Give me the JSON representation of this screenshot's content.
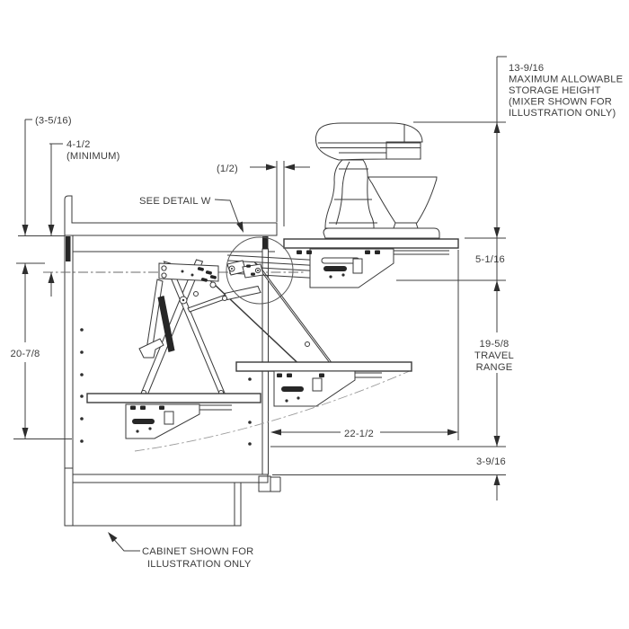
{
  "drawing": {
    "title_semantic": "Mixer lift shelf mechanism dimension drawing",
    "line_color": "#3a3a3a",
    "text_color": "#3d3d3d",
    "labels": {
      "storage_height": {
        "line1": "13-9/16",
        "line2": "MAXIMUM ALLOWABLE",
        "line3": "STORAGE HEIGHT",
        "line4": "(MIXER SHOWN FOR",
        "line5": "ILLUSTRATION ONLY)"
      },
      "countertop_thickness": {
        "line1": "(3-5/16)"
      },
      "minimum_clearance": {
        "line1": "4-1/2",
        "line2": "(MINIMUM)"
      },
      "gap_half_inch": {
        "line1": "(1/2)"
      },
      "see_detail_w": {
        "line1": "SEE DETAIL W"
      },
      "shelf_drop": {
        "line1": "5-1/16"
      },
      "travel_range": {
        "line1": "19-5/8",
        "line2": "TRAVEL",
        "line3": "RANGE"
      },
      "interior_height": {
        "line1": "20-7/8"
      },
      "extension_depth": {
        "line1": "22-1/2"
      },
      "floor_offset": {
        "line1": "3-9/16"
      },
      "cabinet_note": {
        "line1": "CABINET SHOWN FOR",
        "line2": "ILLUSTRATION ONLY"
      }
    }
  }
}
